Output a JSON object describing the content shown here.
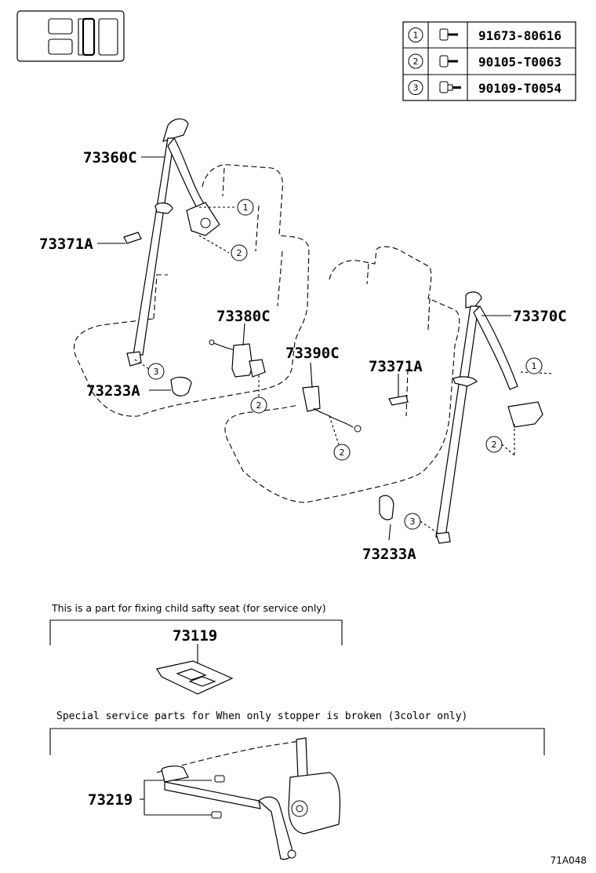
{
  "fasteners": [
    {
      "num": "1",
      "part": "91673-80616",
      "icon": "flange-bolt-icon"
    },
    {
      "num": "2",
      "part": "90105-T0063",
      "icon": "bolt-icon"
    },
    {
      "num": "3",
      "part": "90109-T0054",
      "icon": "shoulder-bolt-icon"
    }
  ],
  "labels": {
    "belt_73360C": "73360C",
    "guide_73371A_left": "73371A",
    "buckle_73380C": "73380C",
    "cover_73233A_left": "73233A",
    "buckle_73390C": "73390C",
    "guide_73371A_right": "73371A",
    "belt_73370C": "73370C",
    "cover_73233A_right": "73233A",
    "child_seat_part": "73119",
    "stopper_part": "73219"
  },
  "callouts": {
    "c1_left": "1",
    "c2_left_top": "2",
    "c3_left": "3",
    "c2_center": "2",
    "c2_bottom": "2",
    "c1_right": "1",
    "c2_right": "2",
    "c3_right": "3"
  },
  "notes": {
    "child_seat": "This is a part for fixing child safty seat (for service only)",
    "stopper": "Special service parts for When only stopper is broken (3color only)"
  },
  "figure_id": "71A048",
  "icons": [
    "vehicle-seating-icon"
  ]
}
